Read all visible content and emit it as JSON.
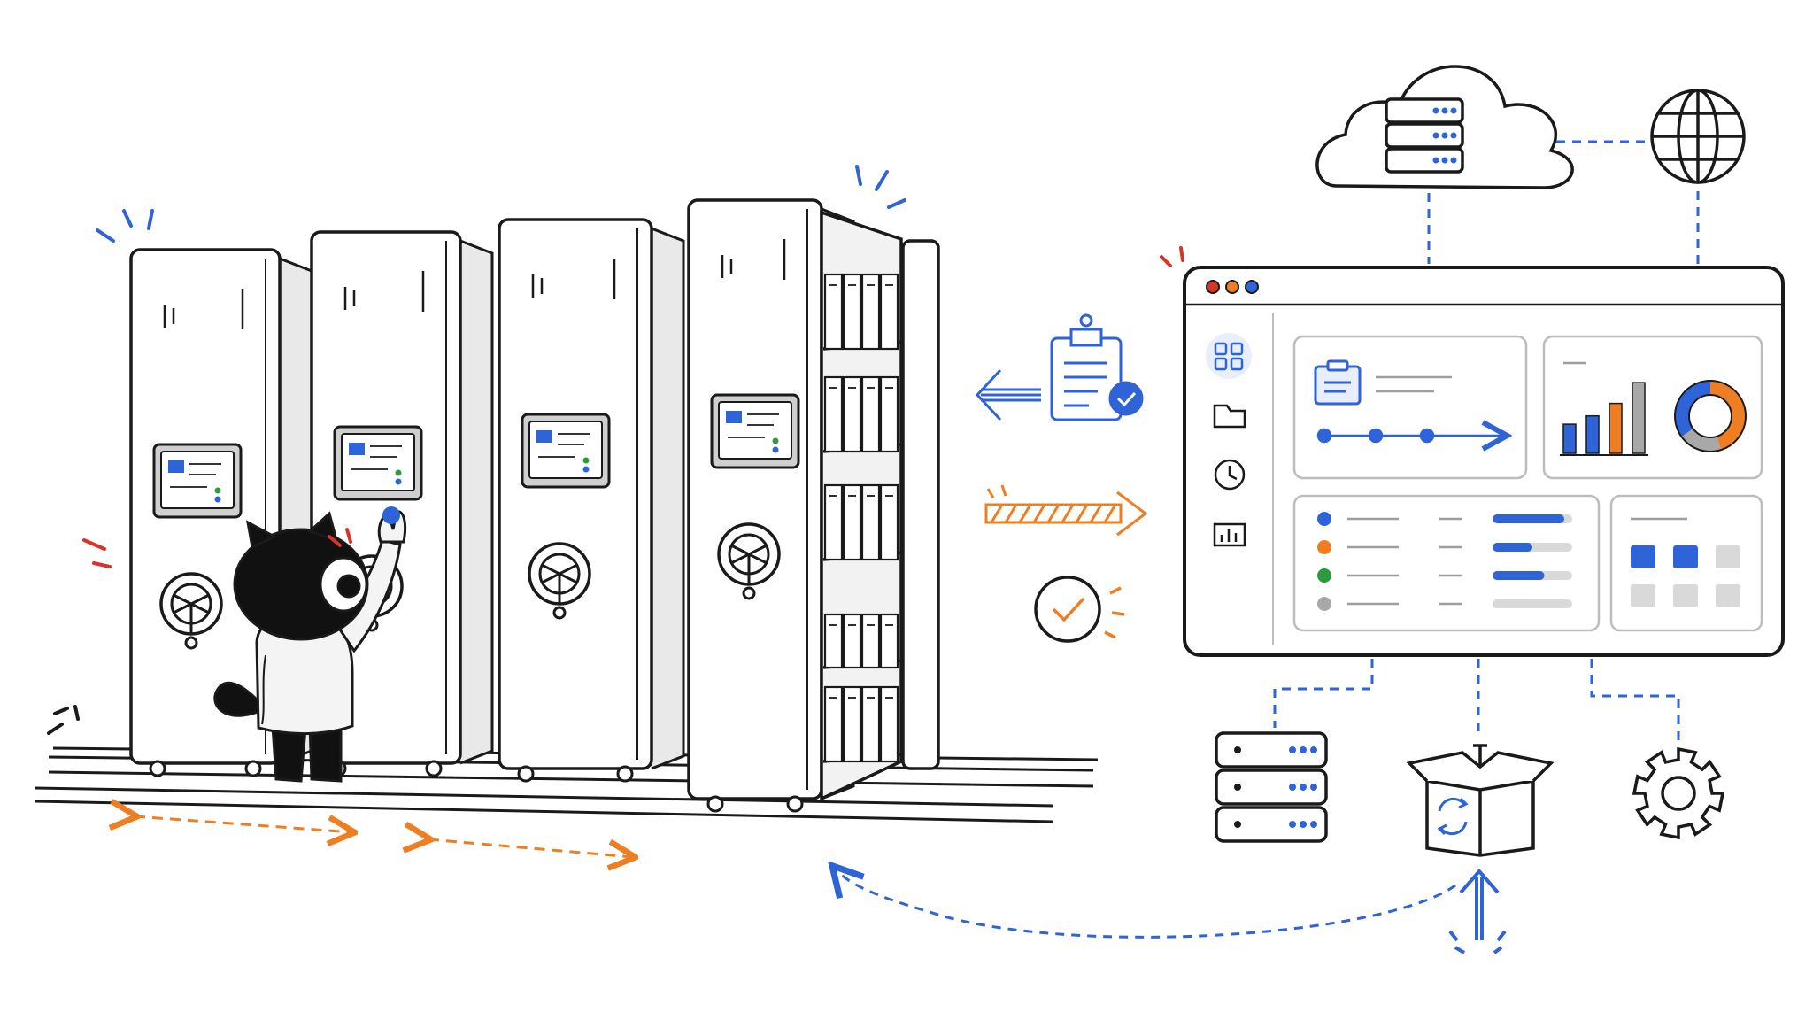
{
  "colors": {
    "ink": "#1a1a1a",
    "blue": "#2f63d8",
    "orange": "#ef7d22",
    "green": "#2e9a3e",
    "gray": "#a8a8a8",
    "panel_gray": "#d9d9d9",
    "red": "#d8352a"
  },
  "icons": {
    "cloud": "cloud-server-icon",
    "globe": "globe-icon",
    "clipboard": "clipboard-check-icon",
    "check": "check-circle-icon",
    "server": "server-stack-icon",
    "box": "sync-box-icon",
    "gear": "gear-icon"
  },
  "dashboard": {
    "window_dots": [
      "#d8352a",
      "#ef7d22",
      "#2f63d8"
    ],
    "sidebar_icons": [
      "grid-icon",
      "folder-icon",
      "clock-icon",
      "chart-icon"
    ],
    "bar_chart": {
      "values": [
        0.35,
        0.45,
        0.6,
        0.85
      ],
      "colors": [
        "#2f63d8",
        "#2f63d8",
        "#ef7d22",
        "#a8a8a8"
      ]
    },
    "donut": {
      "segments": [
        0.45,
        0.2,
        0.35
      ],
      "colors": [
        "#ef7d22",
        "#a8a8a8",
        "#2f63d8"
      ]
    },
    "status_list": [
      {
        "dot": "#2f63d8",
        "progress": 0.9,
        "bar": "#2f63d8"
      },
      {
        "dot": "#ef7d22",
        "progress": 0.5,
        "bar": "#2f63d8"
      },
      {
        "dot": "#2e9a3e",
        "progress": 0.65,
        "bar": "#2f63d8"
      },
      {
        "dot": "#a8a8a8",
        "progress": 0.0,
        "bar": "#d9d9d9"
      }
    ],
    "tile_grid": [
      "#2f63d8",
      "#2f63d8",
      "#d9d9d9",
      "#d9d9d9",
      "#d9d9d9",
      "#d9d9d9"
    ]
  },
  "cabinets": {
    "count": 4,
    "open_index": 3
  },
  "mascot": "cat-mascot"
}
